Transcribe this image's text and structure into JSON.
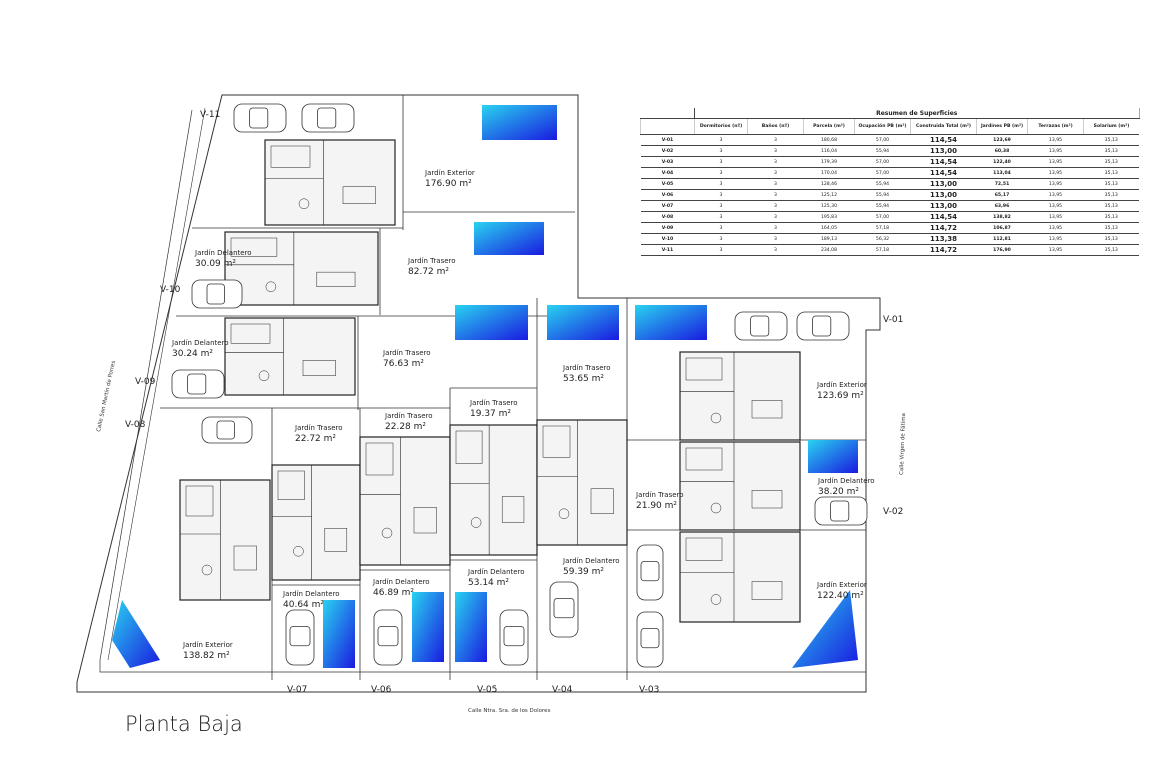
{
  "title": "Planta Baja",
  "streets": {
    "west": "Calle San Martín de Porres",
    "east": "Calle Virgen de Fátima",
    "south": "Calle Ntra. Sra. de los Dolores"
  },
  "units": [
    {
      "id": "V-11"
    },
    {
      "id": "V-10"
    },
    {
      "id": "V-09"
    },
    {
      "id": "V-08"
    },
    {
      "id": "V-01"
    },
    {
      "id": "V-02"
    },
    {
      "id": "V-07"
    },
    {
      "id": "V-06"
    },
    {
      "id": "V-05"
    },
    {
      "id": "V-04"
    },
    {
      "id": "V-03"
    }
  ],
  "gardens": [
    {
      "name": "Jardín Exterior",
      "area": "176.90 m²"
    },
    {
      "name": "Jardín Delantero",
      "area": "30.09 m²"
    },
    {
      "name": "Jardín Trasero",
      "area": "82.72 m²"
    },
    {
      "name": "Jardín Delantero",
      "area": "30.24 m²"
    },
    {
      "name": "Jardín Trasero",
      "area": "76.63 m²"
    },
    {
      "name": "Jardín Trasero",
      "area": "53.65 m²"
    },
    {
      "name": "Jardín Exterior",
      "area": "123.69 m²"
    },
    {
      "name": "Jardín Trasero",
      "area": "19.37 m²"
    },
    {
      "name": "Jardín Trasero",
      "area": "22.72 m²"
    },
    {
      "name": "Jardín Trasero",
      "area": "22.28 m²"
    },
    {
      "name": "Jardín Delantero",
      "area": "38.20 m²"
    },
    {
      "name": "Jardín Trasero",
      "area": "21.90 m²"
    },
    {
      "name": "Jardín Delantero",
      "area": "59.39 m²"
    },
    {
      "name": "Jardín Delantero",
      "area": "53.14 m²"
    },
    {
      "name": "Jardín Delantero",
      "area": "46.89 m²"
    },
    {
      "name": "Jardín Exterior",
      "area": "122.40 m²"
    },
    {
      "name": "Jardín Delantero",
      "area": "40.64 m²"
    },
    {
      "name": "Jardín Exterior",
      "area": "138.82 m²"
    }
  ],
  "colors": {
    "pool_light": "#29d3f0",
    "pool_dark": "#1a1ae0",
    "line": "#333333"
  },
  "summary": {
    "title": "Resumen de Superficies",
    "columns": [
      "",
      "Dormitorios (nº)",
      "Baños (nº)",
      "Parcela (m²)",
      "Ocupación PB (m²)",
      "Construida Total (m²)",
      "Jardines PB (m²)",
      "Terrazas (m²)",
      "Solarium (m²)"
    ],
    "rows": [
      [
        "V-01",
        "3",
        "3",
        "180,68",
        "57,00",
        "114,54",
        "123,69",
        "13,95",
        "35,13"
      ],
      [
        "V-02",
        "3",
        "3",
        "116,04",
        "55,94",
        "113,00",
        "60,38",
        "13,95",
        "35,13"
      ],
      [
        "V-03",
        "3",
        "3",
        "179,39",
        "57,00",
        "114,54",
        "122,40",
        "13,95",
        "35,13"
      ],
      [
        "V-04",
        "3",
        "3",
        "170,04",
        "57,00",
        "114,54",
        "113,04",
        "13,95",
        "35,13"
      ],
      [
        "V-05",
        "3",
        "3",
        "128,46",
        "55,94",
        "113,00",
        "72,51",
        "13,95",
        "35,13"
      ],
      [
        "V-06",
        "3",
        "3",
        "125,12",
        "55,94",
        "113,00",
        "65,17",
        "13,95",
        "35,13"
      ],
      [
        "V-07",
        "3",
        "3",
        "125,30",
        "55,94",
        "113,00",
        "63,96",
        "13,95",
        "35,13"
      ],
      [
        "V-08",
        "3",
        "3",
        "195,83",
        "57,00",
        "114,54",
        "138,82",
        "13,95",
        "35,13"
      ],
      [
        "V-09",
        "3",
        "3",
        "164,05",
        "57,18",
        "114,72",
        "106,87",
        "13,95",
        "35,13"
      ],
      [
        "V-10",
        "3",
        "3",
        "189,13",
        "56,32",
        "113,38",
        "112,81",
        "13,95",
        "35,13"
      ],
      [
        "V-11",
        "3",
        "3",
        "234,08",
        "57,18",
        "114,72",
        "176,90",
        "13,95",
        "35,13"
      ]
    ]
  }
}
